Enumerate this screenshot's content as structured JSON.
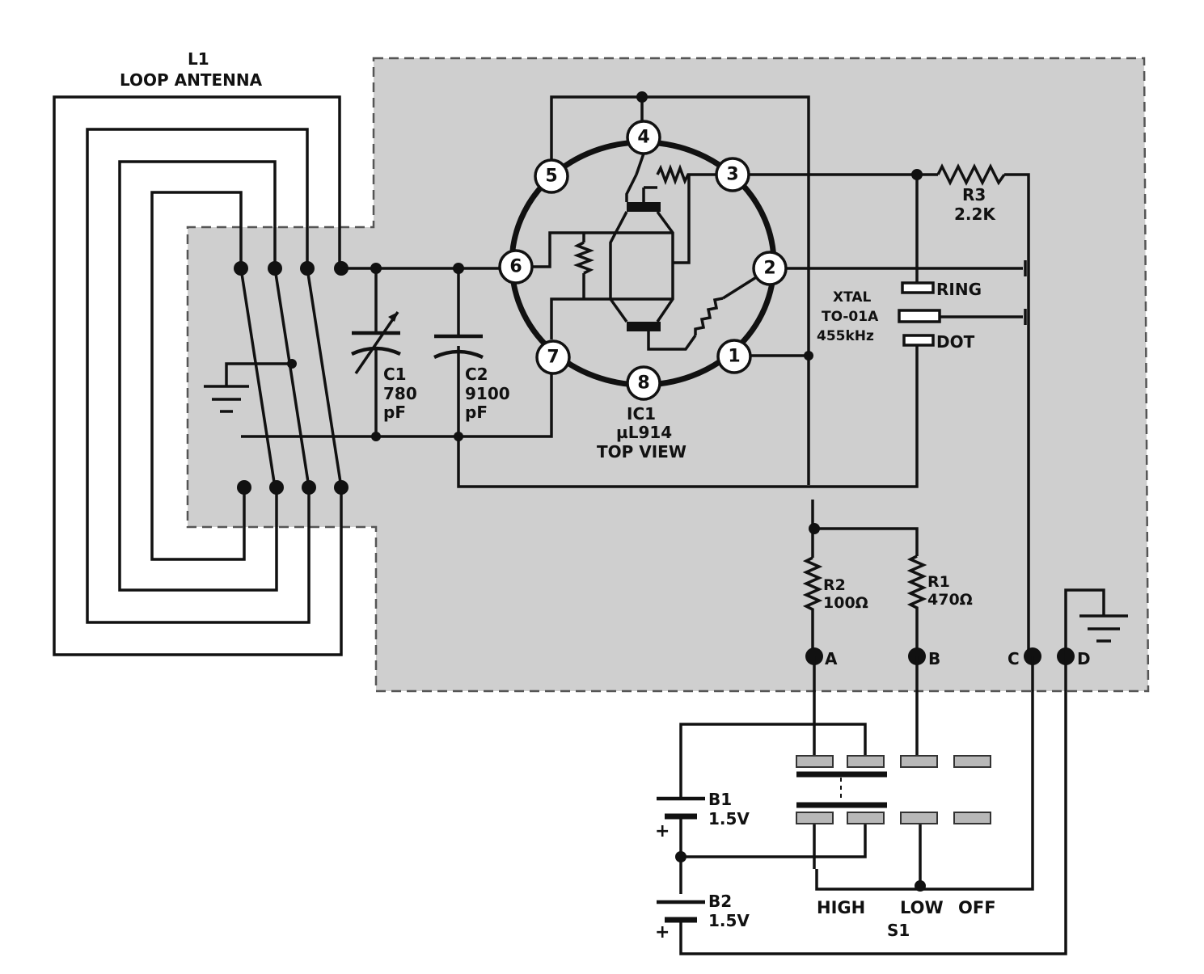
{
  "antenna": {
    "ref": "L1",
    "name": "LOOP ANTENNA"
  },
  "c1": {
    "ref": "C1",
    "value": "780",
    "unit": "pF"
  },
  "c2": {
    "ref": "C2",
    "value": "9100",
    "unit": "pF"
  },
  "ic1": {
    "ref": "IC1",
    "part": "µL914",
    "view": "TOP VIEW",
    "pins": [
      "1",
      "2",
      "3",
      "4",
      "5",
      "6",
      "7",
      "8"
    ]
  },
  "r3": {
    "ref": "R3",
    "value": "2.2K"
  },
  "crystal": {
    "line1": "XTAL",
    "line2": "TO-01A",
    "line3": "455kHz",
    "ring": "RING",
    "dot": "DOT"
  },
  "r2": {
    "ref": "R2",
    "value": "100Ω"
  },
  "r1": {
    "ref": "R1",
    "value": "470Ω"
  },
  "terminals": [
    "A",
    "B",
    "C",
    "D"
  ],
  "b1": {
    "ref": "B1",
    "value": "1.5V"
  },
  "b2": {
    "ref": "B2",
    "value": "1.5V"
  },
  "switch": {
    "ref": "S1",
    "positions": [
      "HIGH",
      "LOW",
      "OFF"
    ]
  },
  "colors": {
    "board": "#cfcfcf",
    "ink": "#111111",
    "switch_contact": "#b8b8b8"
  }
}
